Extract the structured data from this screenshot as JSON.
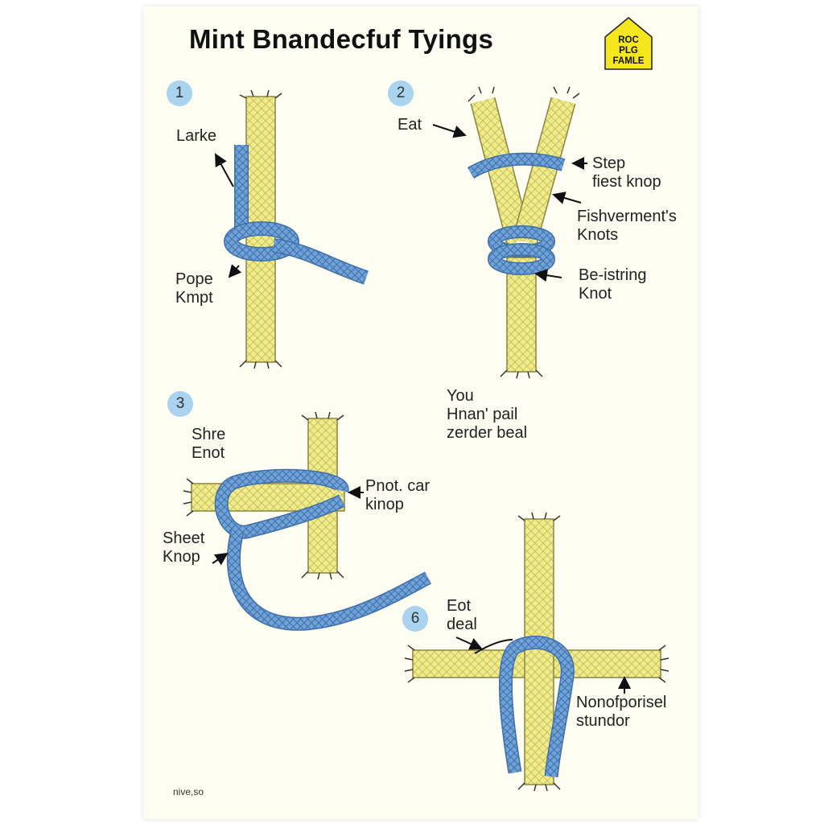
{
  "title": "Mint Bnandecfuf Tyings",
  "badge": {
    "text": "ROC\nPLG\nFAMLE",
    "color": "#f5e61e"
  },
  "colors": {
    "yellow_rope": "#f0ec8e",
    "blue_rope": "#6fa3d8",
    "number_badge": "#a9d3ef"
  },
  "steps": [
    {
      "number": "1",
      "labels": [
        "Larke",
        "Pope\nKmpt"
      ]
    },
    {
      "number": "2",
      "labels": [
        "Eat",
        "Step\nfiest knop",
        "Fishverment's\nKnots",
        "Be-istring\nKnot"
      ]
    },
    {
      "number": "3",
      "labels": [
        "Shre\nEnot",
        "Pnot. car\nkinop",
        "Sheet\nKnop"
      ]
    },
    {
      "number": "6",
      "labels": [
        "Eot\ndeal",
        "Nonofporisel\nstundor"
      ]
    }
  ],
  "center_note": "You\nHnan' pail\nzerder beal",
  "footer": "nive,so"
}
